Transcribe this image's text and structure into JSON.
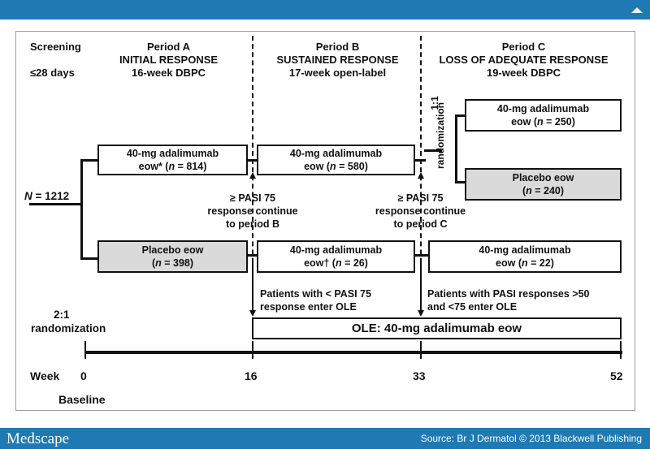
{
  "source": "Source: Br J Dermatol © 2013 Blackwell Publishing",
  "logo": "Medscape",
  "screening": {
    "label": "Screening",
    "days": "≤28 days"
  },
  "periods": [
    {
      "name": "Period A",
      "subtitle": "INITIAL RESPONSE",
      "detail": "16-week DBPC"
    },
    {
      "name": "Period B",
      "subtitle": "SUSTAINED RESPONSE",
      "detail": "17-week open-label"
    },
    {
      "name": "Period C",
      "subtitle": "LOSS OF ADEQUATE RESPONSE",
      "detail": "19-week DBPC"
    }
  ],
  "n_total": {
    "label": "N",
    "value": " = 1212"
  },
  "boxes": {
    "a_ada": {
      "line1": "40-mg adalimumab",
      "line2_pre": "eow* (",
      "n": "n",
      "line2_post": " = 814)"
    },
    "a_placebo": {
      "line1": "Placebo eow",
      "line2_pre": "(",
      "n": "n",
      "line2_post": " = 398)"
    },
    "b_ada": {
      "line1": "40-mg adalimumab",
      "line2_pre": "eow (",
      "n": "n",
      "line2_post": " = 580)"
    },
    "b_ada_dagger": {
      "line1": "40-mg adalimumab",
      "line2_pre": "eow† (",
      "n": "n",
      "line2_post": " = 26)"
    },
    "c_ada": {
      "line1": "40-mg adalimumab",
      "line2_pre": "eow (",
      "n": "n",
      "line2_post": " = 250)"
    },
    "c_placebo": {
      "line1": "Placebo eow",
      "line2_pre": "(",
      "n": "n",
      "line2_post": " = 240)"
    },
    "c_ada_low": {
      "line1": "40-mg adalimumab",
      "line2_pre": "eow (",
      "n": "n",
      "line2_post": " = 22)"
    }
  },
  "continue_b": {
    "l1": "≥ PASI 75",
    "l2": "response continue",
    "l3": "to period B"
  },
  "continue_c": {
    "l1": "≥ PASI 75",
    "l2": "response continue",
    "l3": "to period C"
  },
  "ole_note_b": {
    "l1": "Patients with < PASI 75",
    "l2": "response enter OLE"
  },
  "ole_note_c": {
    "l1": "Patients with PASI responses >50",
    "l2": "and <75 enter OLE"
  },
  "ratio_c": "1:1",
  "randomization_c": "randomization",
  "ratio_a": "2:1",
  "randomization_a": "randomization",
  "ole_box": "OLE: 40-mg adalimumab eow",
  "timeline": {
    "label": "Week",
    "ticks": [
      "0",
      "16",
      "33",
      "52"
    ],
    "baseline": "Baseline"
  }
}
